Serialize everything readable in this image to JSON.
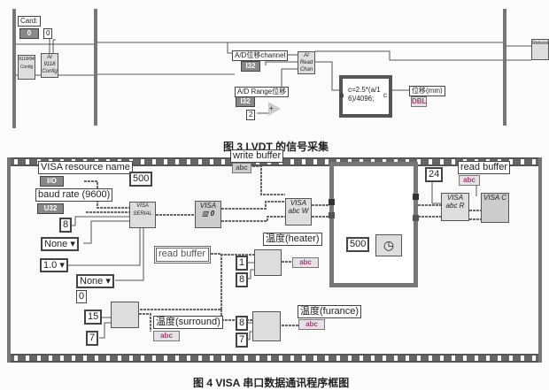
{
  "figure3": {
    "card_label": "Card:",
    "card_value": "0",
    "card_const": "0",
    "config_node": "AI 9118 Config",
    "config_small": "9118/9446 Config",
    "channel_label": "A/D位移channel",
    "channel_term": "I32",
    "range_label": "A/D Range位移",
    "range_term": "I32",
    "const_2": "2",
    "add_op": "+",
    "read_node": "AI Read Chan",
    "formula": "c=2.5*(a/16)/4096;",
    "formula_in": "a",
    "formula_out": "c",
    "output_label": "位移(mm)",
    "output_term": "DBL",
    "release_node": "Release",
    "caption": "图 3   LVDT 的信号采集"
  },
  "figure4": {
    "visa_resource_label": "VISA resource name",
    "io_term": "I/O",
    "timeout_const": "500",
    "baud_label": "baud rate (9600)",
    "u32_term": "U32",
    "data_bits": "8",
    "parity_ring": "None",
    "stop_bits_ring": "1.0",
    "flow_ring": "None",
    "flow_value": "0",
    "serial_node": "VISA SERIAL",
    "open_node": "VISA",
    "open_num": "0",
    "write_buffer_label": "write buffer",
    "abc": "abc",
    "write_node": "VISA abc W",
    "read_buffer_const": "read buffer",
    "wait_const": "500",
    "bytes_const": "24",
    "read_buffer_label": "read buffer",
    "read_node": "VISA abc R",
    "close_node": "VISA C",
    "heater_label": "温度(heater)",
    "heater_offset": "1",
    "heater_length": "8",
    "surround_label": "温度(surround)",
    "surround_offset": "15",
    "surround_length": "7",
    "furance_label": "温度(furance)",
    "furance_offset": "8",
    "furance_length": "7",
    "caption": "图 4    VISA 串口数据通讯程序框图"
  }
}
